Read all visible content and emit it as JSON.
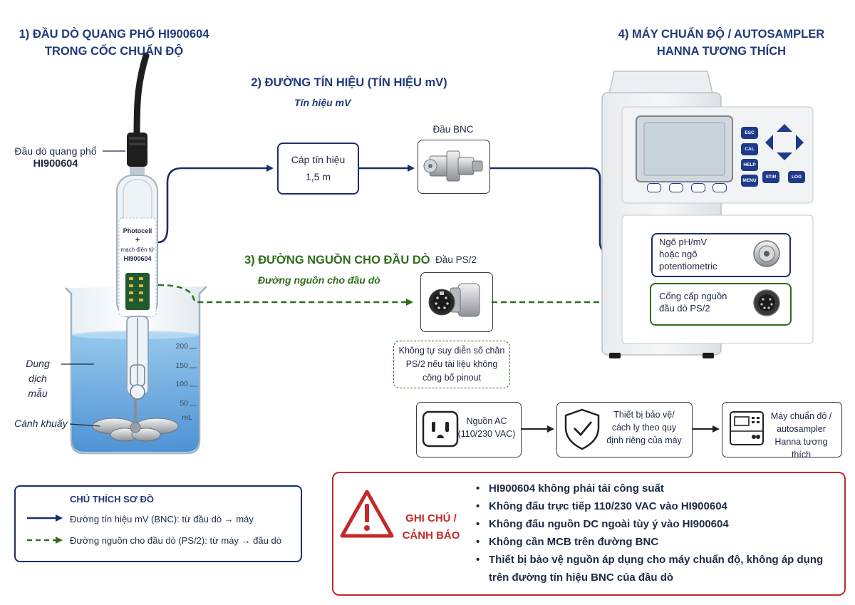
{
  "headers": {
    "probe_title_1": "1) ĐẦU DÒ QUANG PHỔ HI900604",
    "probe_title_2": "TRONG CỐC CHUẨN ĐỘ",
    "signal_title": "2) ĐƯỜNG TÍN HIỆU (TÍN HIỆU mV)",
    "signal_sub": "Tín hiệu mV",
    "power_title": "3) ĐƯỜNG NGUỒN CHO ĐẦU DÒ",
    "power_sub": "Đường nguồn cho đầu dò",
    "machine_title_1": "4) MÁY CHUẨN ĐỘ / AUTOSAMPLER",
    "machine_title_2": "HANNA TƯƠNG THÍCH"
  },
  "probe": {
    "label_1": "Đầu dò quang phổ",
    "label_2": "HI900604",
    "inner_1": "Photocell",
    "inner_plus": "+",
    "inner_2": "mạch điện tử",
    "inner_3": "HI900604",
    "sample_1": "Dung dịch",
    "sample_2": "mẫu",
    "stirrer": "Cánh khuấy",
    "scale": [
      "200",
      "150",
      "100",
      "50"
    ],
    "unit": "mL"
  },
  "signal": {
    "cable_1": "Cáp tín hiệu",
    "cable_2": "1,5 m",
    "bnc_label": "Đầu BNC"
  },
  "power": {
    "ps2_label": "Đầu PS/2",
    "note_1": "Không tự suy diễn số chân",
    "note_2": "PS/2 nếu tài liệu không",
    "note_3": "công bố pinout"
  },
  "machine": {
    "keys": [
      "ESC",
      "CAL",
      "HELP",
      "MENU",
      "STIR",
      "LOG"
    ],
    "ph_input_1": "Ngõ pH/mV",
    "ph_input_2": "hoặc ngõ",
    "ph_input_3": "potentiometric",
    "power_port_1": "Cổng cấp nguồn",
    "power_port_2": "đầu dò PS/2"
  },
  "chain": {
    "ac_1": "Nguồn AC",
    "ac_2": "(110/230 VAC)",
    "protect_1": "Thiết bị bảo vệ/",
    "protect_2": "cách ly theo quy",
    "protect_3": "định riêng của máy",
    "device_1": "Máy chuẩn độ /",
    "device_2": "autosampler",
    "device_3": "Hanna tương thích"
  },
  "legend": {
    "title": "CHÚ THÍCH SƠ ĐỒ",
    "signal": "Đường tín hiệu mV (BNC): từ đầu dò → máy",
    "power": "Đường nguồn cho đầu dò (PS/2): từ máy → đầu dò"
  },
  "warning": {
    "title_1": "GHI CHÚ /",
    "title_2": "CẢNH BÁO",
    "items": [
      "HI900604 không phải tải công suất",
      "Không đấu trực tiếp 110/230 VAC vào HI900604",
      "Không đấu nguồn DC ngoài tùy ý vào HI900604",
      "Không cần MCB trên đường BNC",
      "Thiết bị bảo vệ nguồn áp dụng cho máy chuẩn độ, không áp dụng",
      "trên đường tín hiệu BNC của đầu dò"
    ]
  },
  "colors": {
    "navy": "#1b2f6b",
    "green": "#2f6e1c",
    "red": "#c62828",
    "liquid": "#5fa6dd"
  }
}
